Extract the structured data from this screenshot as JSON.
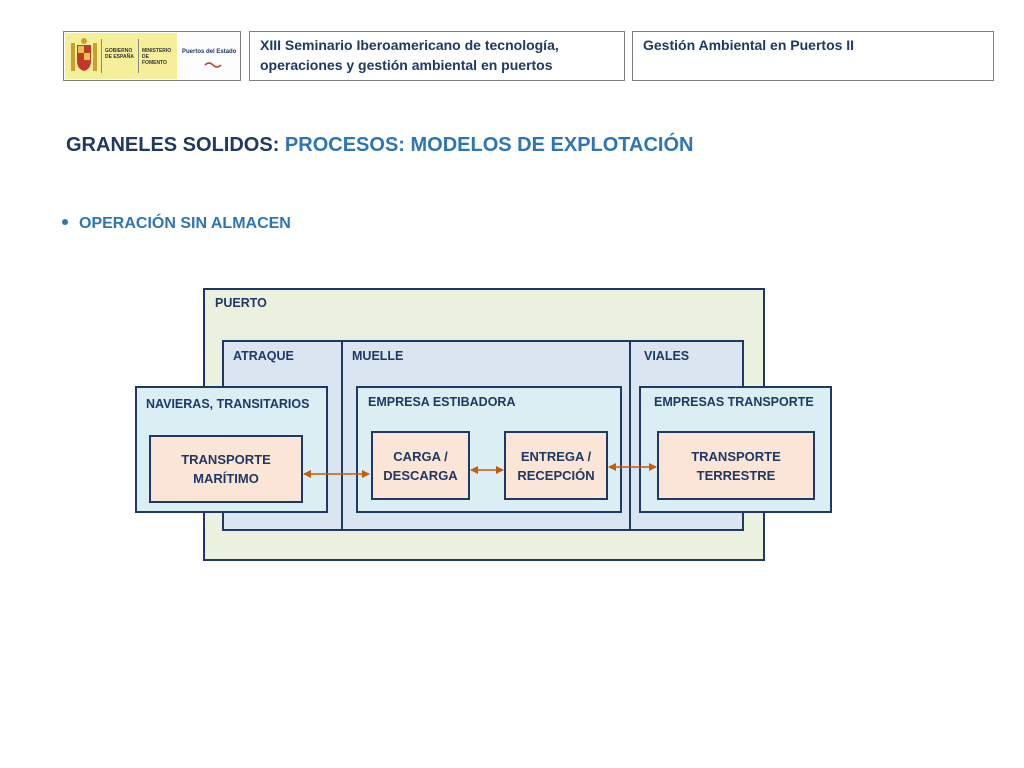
{
  "header": {
    "logo": {
      "gobierno": "GOBIERNO DE ESPAÑA",
      "ministerio": "MINISTERIO DE FOMENTO",
      "puertos": "Puertos del Estado"
    },
    "seminar_line1": "XIII Seminario Iberoamericano de tecnología,",
    "seminar_line2": "operaciones y gestión ambiental en puertos",
    "course": "Gestión Ambiental en Puertos II"
  },
  "title": {
    "part1": "GRANELES SOLIDOS:",
    "part2": "PROCESOS: MODELOS DE EXPLOTACIÓN"
  },
  "bullet": "OPERACIÓN SIN ALMACEN",
  "diagram": {
    "puerto": "PUERTO",
    "zones": {
      "atraque": "ATRAQUE",
      "muelle": "MUELLE",
      "viales": "VIALES"
    },
    "companies": {
      "navieras": "NAVIERAS, TRANSITARIOS",
      "estibadora": "EMPRESA ESTIBADORA",
      "transporte": "EMPRESAS TRANSPORTE"
    },
    "processes": {
      "maritimo_l1": "TRANSPORTE",
      "maritimo_l2": "MARÍTIMO",
      "carga_l1": "CARGA /",
      "carga_l2": "DESCARGA",
      "entrega_l1": "ENTREGA /",
      "entrega_l2": "RECEPCIÓN",
      "terrestre_l1": "TRANSPORTE",
      "terrestre_l2": "TERRESTRE"
    },
    "colors": {
      "puerto_fill": "#ebf1de",
      "zone_fill": "#dbe5f1",
      "company_fill": "#dbeef4",
      "process_fill": "#fbe5d6",
      "border": "#1f3864",
      "arrow": "#c55a11"
    }
  }
}
